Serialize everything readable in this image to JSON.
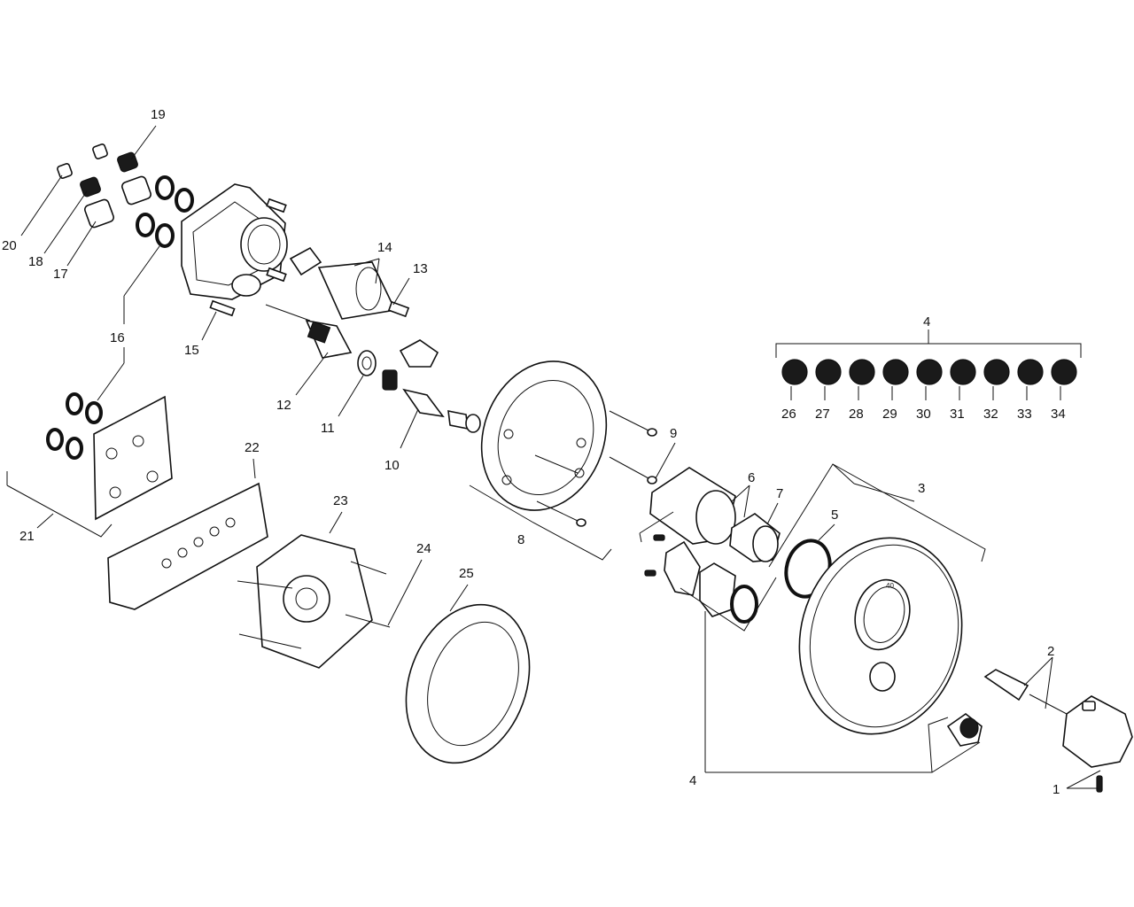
{
  "callouts": {
    "c1": "1",
    "c2": "2",
    "c3": "3",
    "c4_top": "4",
    "c4_bottom": "4",
    "c5": "5",
    "c6": "6",
    "c7": "7",
    "c8": "8",
    "c9": "9",
    "c10": "10",
    "c11": "11",
    "c12": "12",
    "c13": "13",
    "c14": "14",
    "c15": "15",
    "c16": "16",
    "c17": "17",
    "c18": "18",
    "c19": "19",
    "c20": "20",
    "c21": "21",
    "c22": "22",
    "c23": "23",
    "c24": "24",
    "c25": "25",
    "c26": "26",
    "c27": "27",
    "c28": "28",
    "c29": "29",
    "c30": "30",
    "c31": "31",
    "c32": "32",
    "c33": "33",
    "c34": "34"
  },
  "dial_label": "40"
}
